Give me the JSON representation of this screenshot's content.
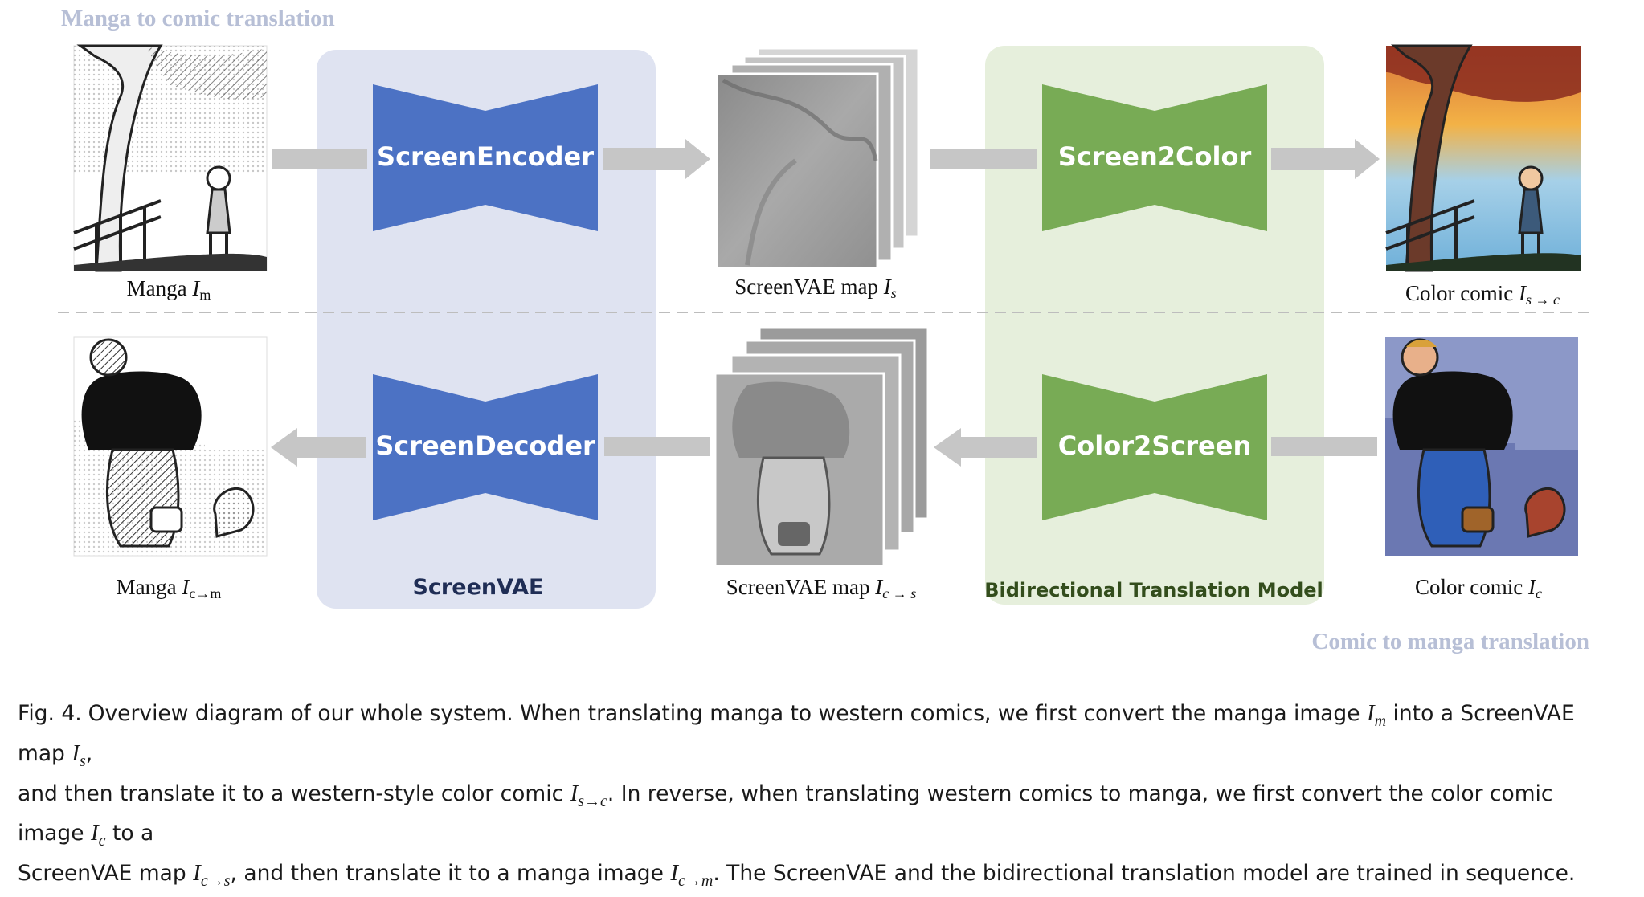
{
  "sections": {
    "manga_to_comic": "Manga to comic translation",
    "comic_to_manga": "Comic to manga translation"
  },
  "panels": {
    "screenvae": "ScreenVAE",
    "translation_model": "Bidirectional Translation Model"
  },
  "modules": {
    "encoder": "ScreenEncoder",
    "decoder": "ScreenDecoder",
    "screen2color": "Screen2Color",
    "color2screen": "Color2Screen"
  },
  "labels": {
    "manga_in": {
      "text": "Manga ",
      "sym": "I",
      "sub": "m"
    },
    "screen_map_top": {
      "text": "ScreenVAE map ",
      "sym": "I",
      "sub": "s"
    },
    "color_out": {
      "text": "Color comic ",
      "sym": "I",
      "sub": "s → c"
    },
    "manga_out": {
      "text": "Manga ",
      "sym": "I",
      "sub": "c→m"
    },
    "screen_map_bottom": {
      "text": "ScreenVAE map ",
      "sym": "I",
      "sub": "c → s"
    },
    "color_in": {
      "text": "Color comic ",
      "sym": "I",
      "sub": "c"
    }
  },
  "caption": {
    "fig": "Fig. 4.",
    "s1": "Overview diagram of our whole system. When translating manga to western comics, we first convert the manga image ",
    "m1": "I",
    "m1s": "m",
    "s2": " into a ScreenVAE map ",
    "m2": "I",
    "m2s": "s",
    "s3": ",",
    "s4": "and then translate it to a western-style color comic ",
    "m3": "I",
    "m3s": "s→c",
    "s5": ". In reverse, when translating western comics to manga, we first convert the color comic image ",
    "m4": "I",
    "m4s": "c",
    "s6": " to a",
    "s7": "ScreenVAE map ",
    "m5": "I",
    "m5s": "c→s",
    "s8": ", and then translate it to a manga image ",
    "m6": "I",
    "m6s": "c→m",
    "s9": ". The ScreenVAE and the bidirectional translation model are trained in sequence."
  },
  "colors": {
    "screenvae_panel": "#dfe3f1",
    "translation_panel": "#e6efdc",
    "encoder_blue": "#4c72c4",
    "model_green": "#78ab55",
    "arrow_gray": "#c6c6c6",
    "section_title": "#b7bfd6"
  }
}
